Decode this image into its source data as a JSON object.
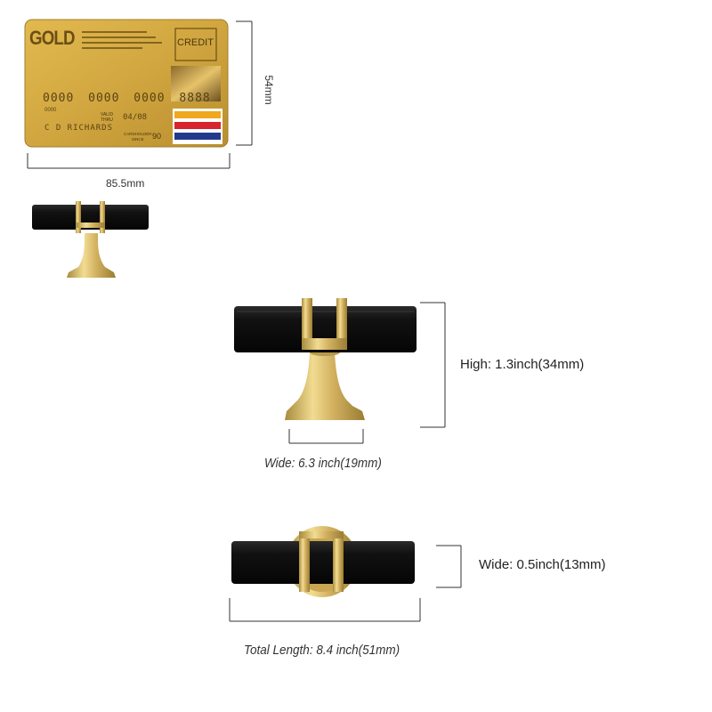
{
  "card": {
    "brand": "GOLD",
    "type": "CREDIT",
    "number": [
      "0000",
      "0000",
      "0000",
      "8888"
    ],
    "small_number": "0000",
    "valid_label_1": "VALID",
    "valid_label_2": "THRU",
    "expiry": "04/08",
    "holder": "C D RICHARDS",
    "since_label_1": "CARDHOLDER",
    "since_label_2": "SINCE",
    "since_year": "90"
  },
  "dimensions": {
    "card_height": "54mm",
    "card_width": "85.5mm",
    "high": "High: 1.3inch(34mm)",
    "wide_base": "Wide: 6.3 inch(19mm)",
    "wide_bar": "Wide: 0.5inch(13mm)",
    "total_length": "Total Length: 8.4 inch(51mm)"
  },
  "colors": {
    "gold": "#c9a24a",
    "brass": "#d4b25a",
    "black": "#141414",
    "stripe_orange": "#f0a81c",
    "stripe_red": "#d8242c",
    "stripe_blue": "#233a8c"
  }
}
